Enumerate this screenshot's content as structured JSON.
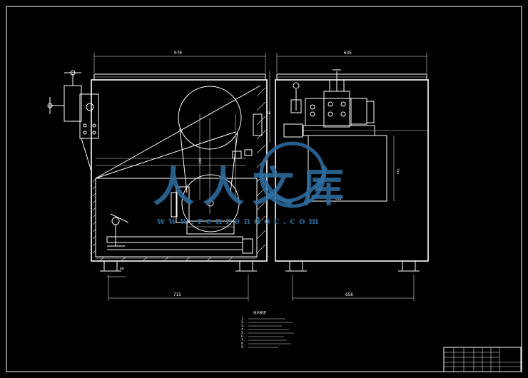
{
  "dims": {
    "front_width": "970",
    "side_width": "635",
    "front_bottom": "715",
    "side_bottom": "656",
    "inner_height": "744",
    "inner_width": "550",
    "small_mid": "240",
    "right_small": "56",
    "foot_dim": "60"
  },
  "watermark": {
    "title": "人人文库",
    "url": "www.renrendoc.com"
  },
  "notes": {
    "title": "技术要求",
    "lines": [
      "1.",
      "2.",
      "3.",
      "4.",
      "5.",
      "6.",
      "7.",
      "8.",
      "9."
    ]
  },
  "title_block": {
    "name": "",
    "sheet": ""
  },
  "colors": {
    "background": "#000000",
    "line": "#ffffff",
    "watermark": "#2e6fa3"
  }
}
